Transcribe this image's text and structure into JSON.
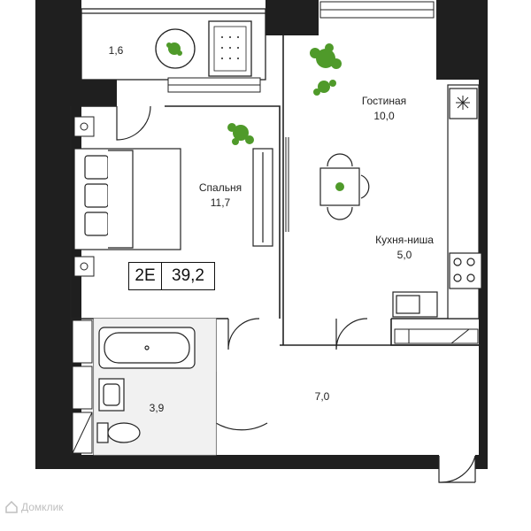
{
  "plan": {
    "badge": {
      "type": "2E",
      "area": "39,2"
    },
    "rooms": [
      {
        "id": "balcony",
        "area": "1,6"
      },
      {
        "id": "bedroom",
        "name": "Спальня",
        "area": "11,7"
      },
      {
        "id": "living",
        "name": "Гостиная",
        "area": "10,0"
      },
      {
        "id": "kitchen",
        "name": "Кухня-ниша",
        "area": "5,0"
      },
      {
        "id": "bathroom",
        "area": "3,9"
      },
      {
        "id": "hall",
        "area": "7,0"
      }
    ],
    "watermark": "Домклик",
    "colors": {
      "wall": "#1f1f1f",
      "plant": "#4f9a2a",
      "tile": "#e8e8e8"
    }
  }
}
